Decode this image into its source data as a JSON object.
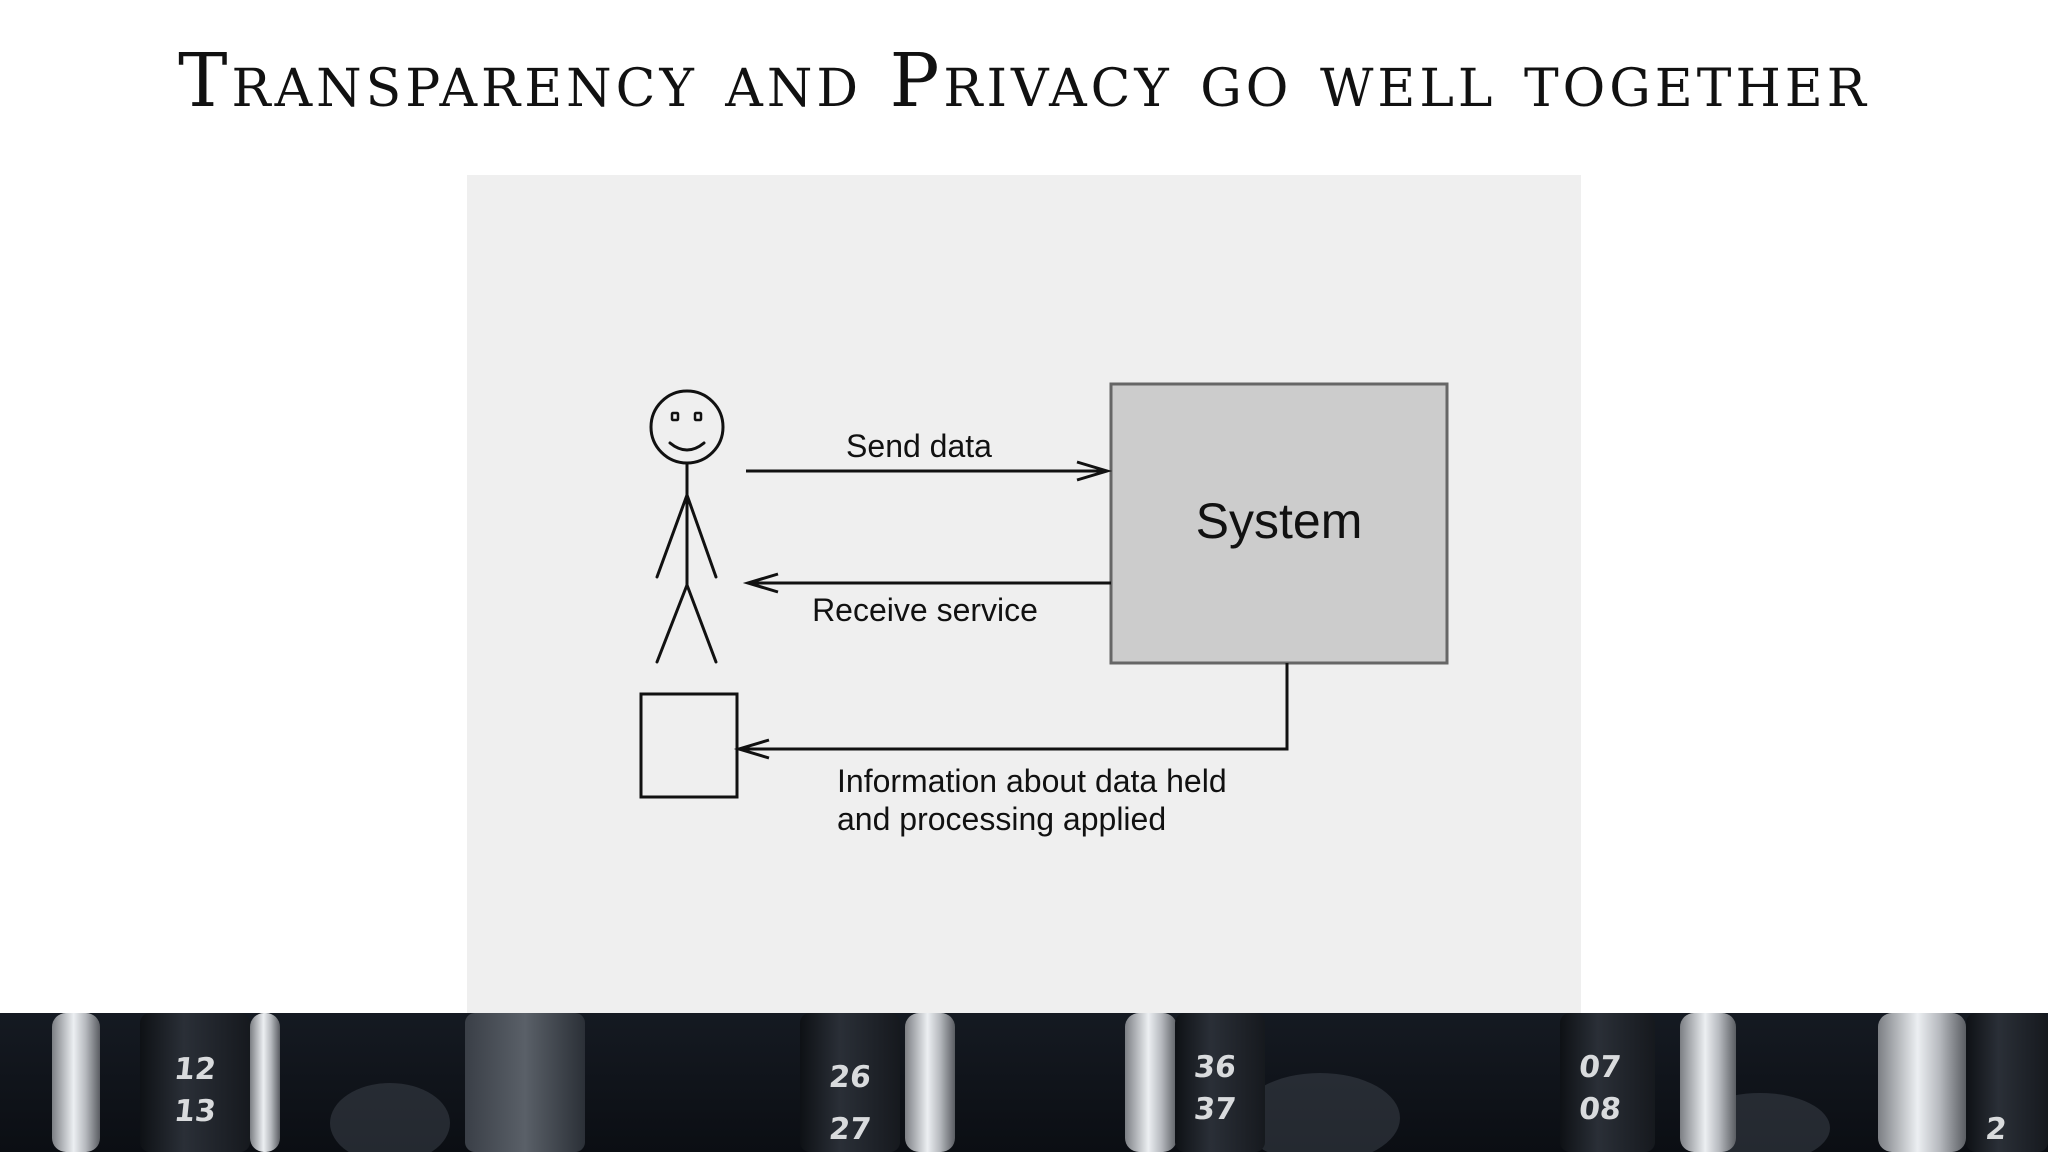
{
  "slide": {
    "title": "Transparency and Privacy go well together"
  },
  "diagram": {
    "system_label": "System",
    "send_label": "Send data",
    "receive_label": "Receive service",
    "info_label_line1": "Information about data held",
    "info_label_line2": "and processing applied",
    "colors": {
      "panel_background": "#efefef",
      "system_box_fill": "#cccccc",
      "stroke": "#111111"
    }
  },
  "footer_image": {
    "dial_numbers": [
      "12",
      "13",
      "26",
      "27",
      "36",
      "37",
      "07",
      "08",
      "2"
    ]
  }
}
